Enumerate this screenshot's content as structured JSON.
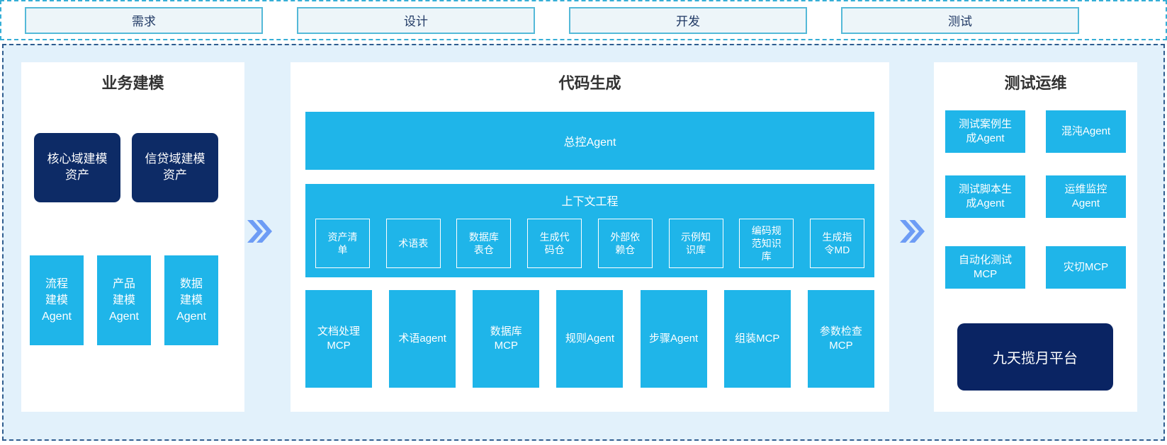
{
  "phases": {
    "labels": [
      "需求",
      "设计",
      "开发",
      "测试"
    ]
  },
  "modeling": {
    "title": "业务建模",
    "assets": [
      "核心域建模资产",
      "信贷域建模资产"
    ],
    "agents": [
      "流程建模Agent",
      "产品建模Agent",
      "数据建模Agent"
    ]
  },
  "codegen": {
    "title": "代码生成",
    "master_agent": "总控Agent",
    "context": {
      "title": "上下文工程",
      "items": [
        "资产清单",
        "术语表",
        "数据库表仓",
        "生成代码仓",
        "外部依赖仓",
        "示例知识库",
        "编码规范知识库",
        "生成指令MD"
      ]
    },
    "workers": [
      "文档处理MCP",
      "术语agent",
      "数据库MCP",
      "规则Agent",
      "步骤Agent",
      "组装MCP",
      "参数检查MCP"
    ]
  },
  "testing_ops": {
    "title": "测试运维",
    "boxes": [
      "测试案例生成Agent",
      "混沌Agent",
      "测试脚本生成Agent",
      "运维监控Agent",
      "自动化测试MCP",
      "灾切MCP"
    ],
    "platform": "九天揽月平台"
  },
  "colors": {
    "cyan": "#1FB5E9",
    "navy": "#0D2B66",
    "platform_navy": "#0A2463",
    "chevron_blue": "#6D9CF5",
    "area_bg": "#E2F1FB",
    "strip_border": "#35AED6",
    "main_border": "#2F5D8F",
    "phase_box_bg": "#EDF5F9",
    "phase_box_border": "#54B9D8"
  }
}
